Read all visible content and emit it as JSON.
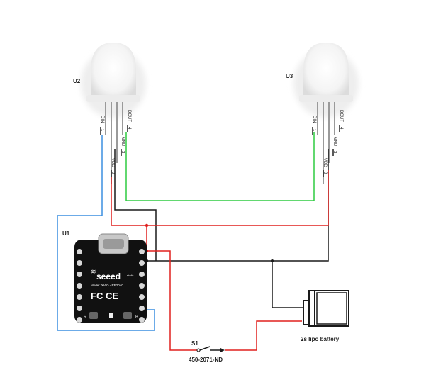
{
  "components": {
    "u1": {
      "ref": "U1",
      "brand": "seeed",
      "brand_suffix": "studio",
      "model": "Model: XIAO - RP2040",
      "cert": "FC CE",
      "button_r": "R",
      "button_b": "B"
    },
    "u2": {
      "ref": "U2",
      "pins": {
        "din": "DIN",
        "din_num": "1",
        "gnd": "GND",
        "gnd_num": "3",
        "vdd": "VDD",
        "vdd_num": "2",
        "dout": "DOUT",
        "dout_num": "4"
      }
    },
    "u3": {
      "ref": "U3",
      "pins": {
        "din": "DIN",
        "din_num": "1",
        "gnd": "GND",
        "gnd_num": "3",
        "vdd": "VDD",
        "vdd_num": "2",
        "dout": "DOUT",
        "dout_num": "4"
      }
    },
    "s1": {
      "ref": "S1",
      "part": "450-2071-ND"
    },
    "battery": {
      "label": "2s lipo battery"
    }
  },
  "wire_colors": {
    "data": "#3b8fe0",
    "gnd": "#1a1a1a",
    "power": "#e0201f",
    "led_chain": "#2ecc40"
  }
}
